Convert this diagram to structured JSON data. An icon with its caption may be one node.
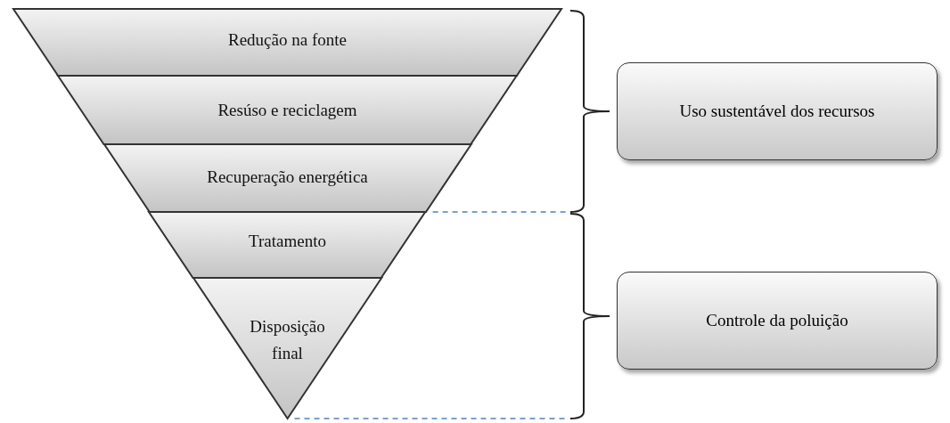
{
  "diagram": {
    "nodes": [
      {
        "text": [
          "Redução na fonte"
        ]
      },
      {
        "text": [
          "Resúso e reciclagem"
        ]
      },
      {
        "text": [
          "Recuperação energética"
        ]
      },
      {
        "text": [
          "Tratamento"
        ]
      },
      {
        "text": [
          "Disposição final"
        ]
      },
      {
        "text": [
          "Uso sustentável dos recursos"
        ]
      },
      {
        "text": [
          "Controle da poluição"
        ]
      }
    ]
  }
}
